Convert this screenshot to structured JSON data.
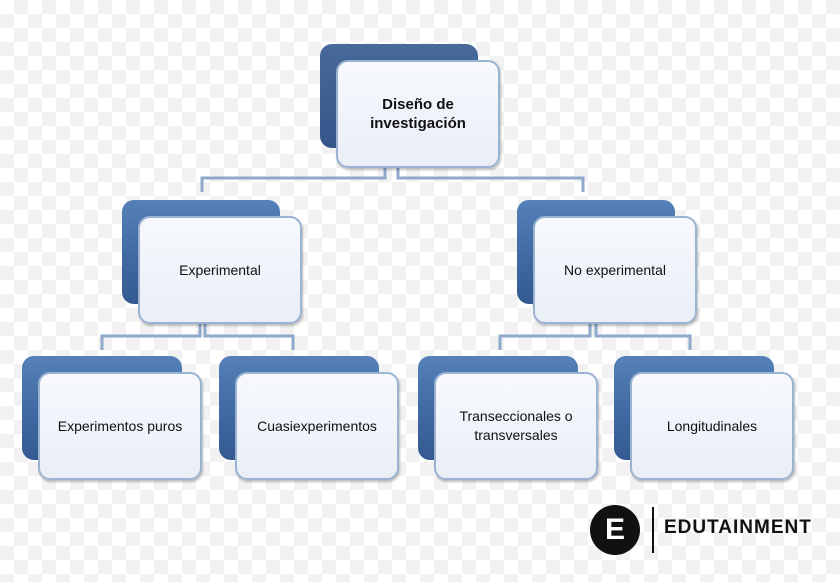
{
  "diagram": {
    "root": {
      "label_line1": "Diseño de",
      "label_line2": "investigación"
    },
    "experimental": {
      "label": "Experimental"
    },
    "no_experimental": {
      "label": "No experimental"
    },
    "experimentos_puros": {
      "label": "Experimentos puros"
    },
    "cuasiexperimentos": {
      "label": "Cuasiexperimentos"
    },
    "transeccionales": {
      "label_line1": "Transeccionales o",
      "label_line2": "transversales"
    },
    "longitudinales": {
      "label": "Longitudinales"
    }
  },
  "brand": {
    "logo_letter": "E",
    "name": "EDUTAINMENT"
  },
  "colors": {
    "box_back": "#3f67a0",
    "box_front": "#eef2f9",
    "box_border": "#9bb3d3",
    "connector": "#8fa9cd"
  }
}
